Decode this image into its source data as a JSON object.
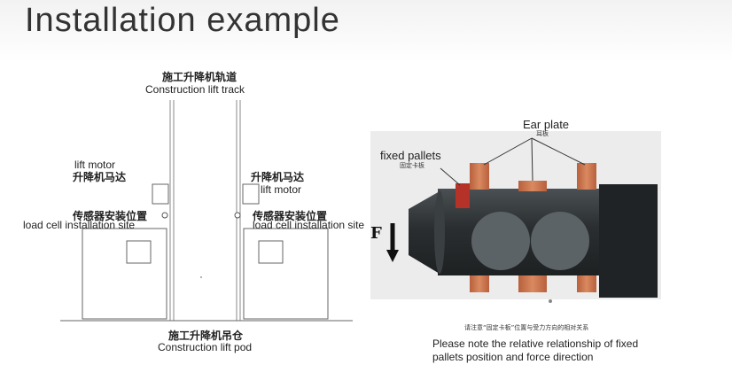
{
  "title": "Installation example",
  "left": {
    "track_zh": "施工升降机轨道",
    "track_en": "Construction lift track",
    "motor_en": "lift motor",
    "motor_zh": "升降机马达",
    "sensor_zh": "传感器安装位置",
    "sensor_en": "load cell installation site",
    "pod_zh": "施工升降机吊仓",
    "pod_en": "Construction lift pod"
  },
  "right": {
    "ear_plate_en": "Ear plate",
    "ear_plate_zh": "耳板",
    "fixed_pallets_en": "fixed pallets",
    "fixed_pallets_zh": "固定卡板",
    "force_label": "F",
    "note_zh": "请注意“固定卡板”位置与受力方向的相对关系",
    "note_en_1": "Please note the relative relationship of fixed",
    "note_en_2": "pallets position and force direction"
  },
  "colors": {
    "cylinder": "#2a2e30",
    "disc": "#5c6366",
    "ear_plate": "#c9734f",
    "pallet": "#b53228",
    "diagram_bg": "#ececec"
  }
}
